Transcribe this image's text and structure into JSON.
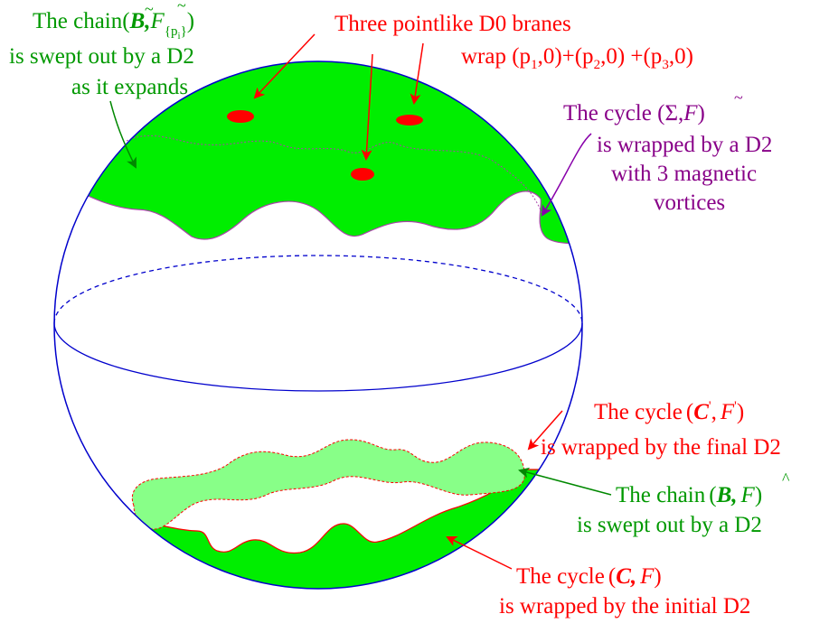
{
  "colors": {
    "sphere": "#0000cc",
    "green": "#00ee00",
    "light_green": "#88ff88",
    "red": "#ff0000",
    "purple": "#8800aa",
    "dark_green": "#008800",
    "label_green": "#009900",
    "label_red": "#ff0000",
    "label_purple": "#880088"
  },
  "labels": {
    "chain_top": {
      "prefix": "The chain(",
      "B": "B",
      "comma": ",",
      "F": "F",
      "sub_p": "{p",
      "sub_i": "i",
      "sub_close": "}",
      "close": ")",
      "line2": "is swept out by a D2",
      "line3": "as it expands"
    },
    "d0": {
      "line1": "Three pointlike D0 branes",
      "wrap_prefix": "wrap (p",
      "s1": "1",
      "mid1": ",0)+(p",
      "s2": "2",
      "mid2": ",0) +(p",
      "s3": "3",
      "end": ",0)"
    },
    "cycle_sigma": {
      "prefix": "The cycle (",
      "sigma": "Σ",
      "comma": ",",
      "F": "F",
      "close": ")",
      "line2": "is wrapped by a D2",
      "line3": "with 3 magnetic",
      "line4": "vortices"
    },
    "cycle_cprime": {
      "prefix": "The cycle",
      "open": "(",
      "C": "C",
      "prime": "'",
      "comma": ",",
      "F": "F",
      "fprime": "'",
      "close": ")",
      "line2": "is wrapped by the final D2"
    },
    "chain_bottom": {
      "prefix": "The chain",
      "open": "(",
      "B": "B",
      "comma": ",",
      "F": "F",
      "hat": "^",
      "close": ")",
      "line2": "is swept out by a D2"
    },
    "cycle_c": {
      "prefix": "The cycle",
      "open": "(",
      "C": "C",
      "comma": ",",
      "F": "F",
      "close": ")",
      "line2": "is wrapped by the initial D2"
    }
  }
}
